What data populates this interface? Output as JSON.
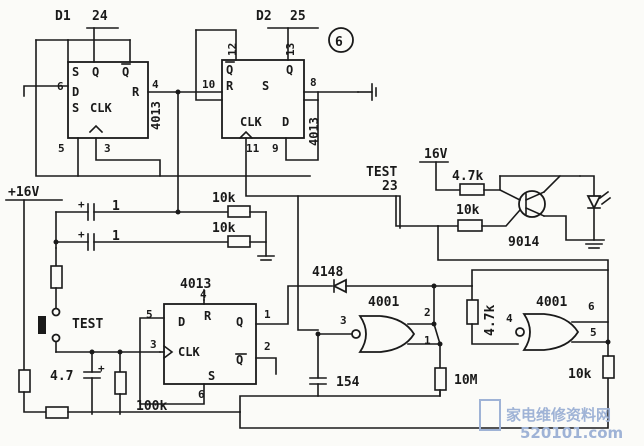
{
  "figure_number": "6",
  "ics": {
    "d1": {
      "name": "D1",
      "ref": "24",
      "part": "4013"
    },
    "d2": {
      "name": "D2",
      "ref": "25",
      "part": "4013"
    },
    "d3": {
      "part": "4013"
    }
  },
  "ff_pins": {
    "s": "S",
    "r": "R",
    "q": "Q",
    "qbar": "Q",
    "d": "D",
    "clk": "CLK",
    "n1": "1",
    "n2": "2",
    "n3": "3",
    "n4": "4",
    "n5": "5",
    "n6": "6",
    "n8": "8",
    "n9": "9",
    "n10": "10",
    "n11": "11",
    "n12": "12",
    "n13": "13"
  },
  "supply": {
    "plus16v": "+16V",
    "v16": "16V"
  },
  "test": {
    "label": "TEST",
    "node": "23",
    "switch": "TEST"
  },
  "components": {
    "c1": "1",
    "c2": "1",
    "r1": "10k",
    "r2": "10k",
    "r3": "4.7k",
    "r4": "10k",
    "r5": "100k",
    "r6": "10M",
    "r7": "10k",
    "r8": "4.7k",
    "cap47": "4.7",
    "cap_plus": "+",
    "diode": "4148",
    "cap154": "154",
    "transistor": "9014"
  },
  "gates": {
    "g1": "4001",
    "g2": "4001",
    "p3": "3",
    "p2": "2",
    "p1": "1",
    "p4": "4",
    "p6": "6",
    "p5": "5"
  },
  "watermark": {
    "text": "家电维修资料网",
    "url": "520101.com"
  }
}
